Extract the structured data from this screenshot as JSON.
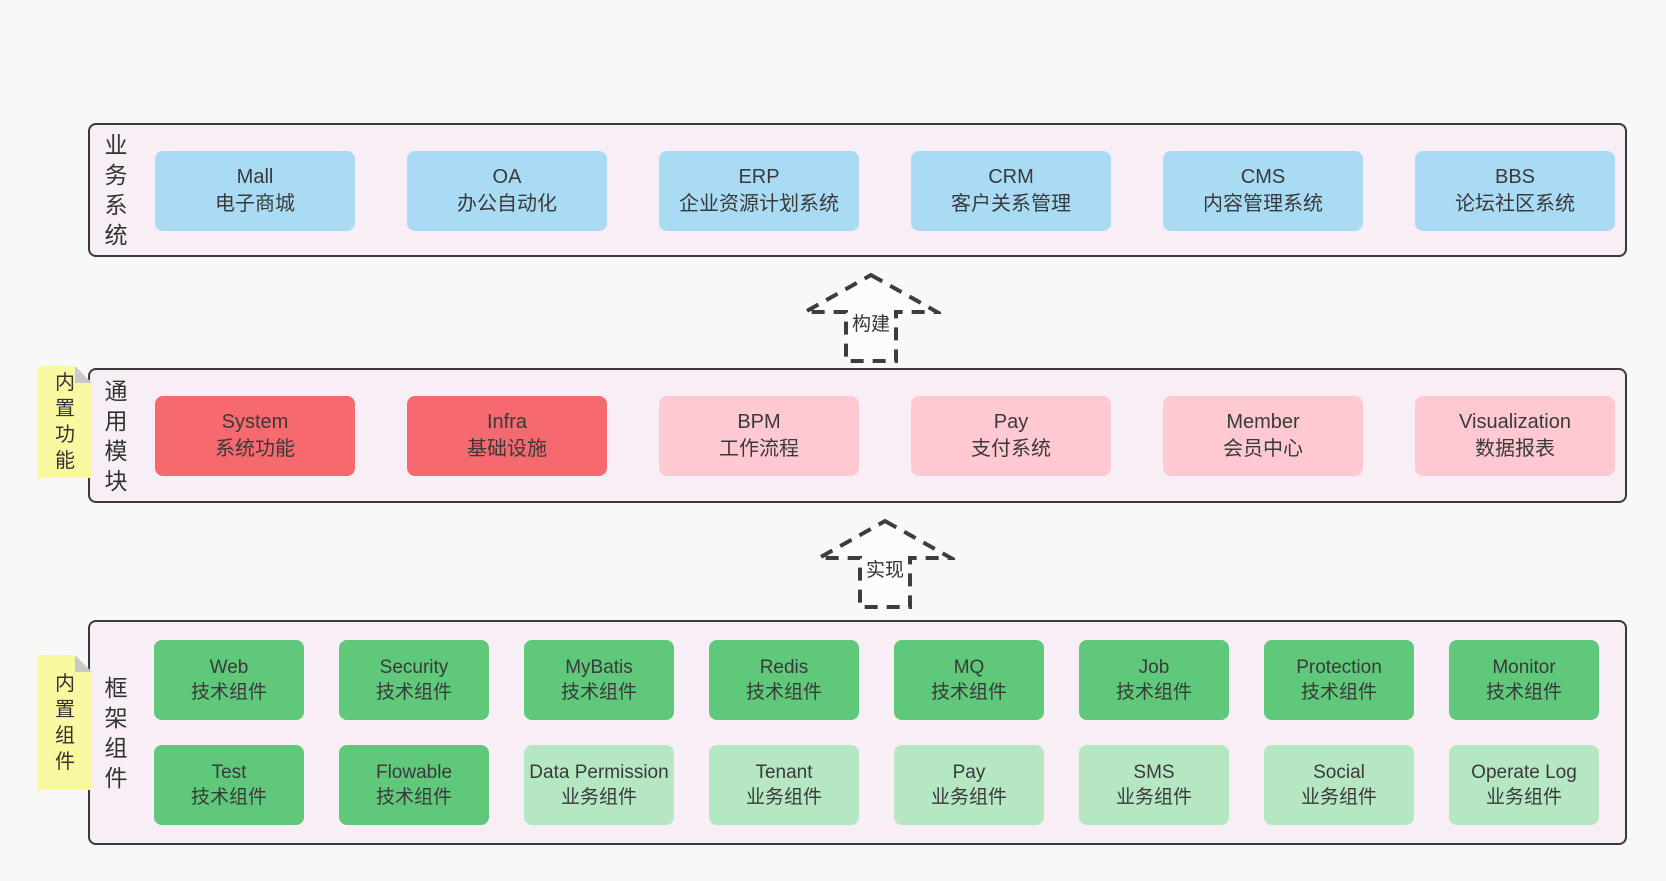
{
  "colors": {
    "page_bg": "#f8f8f8",
    "layer_bg": "#f8eef6",
    "layer_border": "#3a3a3a",
    "blue_box": "#a9dbf5",
    "red_box": "#f5696f",
    "pink_box": "#ffc9d2",
    "green_box": "#5fc87b",
    "light_green_box": "#b6e7c3",
    "note_yellow": "#fbf8a2",
    "note_fold_gray": "#c8c8c8",
    "arrow_dash": "#3d3d3d",
    "text": "#3a3a3a"
  },
  "arrows": [
    {
      "label": "构建"
    },
    {
      "label": "实现"
    }
  ],
  "layers": [
    {
      "label": "业务系统",
      "boxes": [
        {
          "name": "Mall",
          "desc": "电子商城"
        },
        {
          "name": "OA",
          "desc": "办公自动化"
        },
        {
          "name": "ERP",
          "desc": "企业资源计划系统"
        },
        {
          "name": "CRM",
          "desc": "客户关系管理"
        },
        {
          "name": "CMS",
          "desc": "内容管理系统"
        },
        {
          "name": "BBS",
          "desc": "论坛社区系统"
        }
      ]
    },
    {
      "label": "通用模块",
      "note": "内置功能",
      "boxes": [
        {
          "name": "System",
          "desc": "系统功能"
        },
        {
          "name": "Infra",
          "desc": "基础设施"
        },
        {
          "name": "BPM",
          "desc": "工作流程"
        },
        {
          "name": "Pay",
          "desc": "支付系统"
        },
        {
          "name": "Member",
          "desc": "会员中心"
        },
        {
          "name": "Visualization",
          "desc": "数据报表"
        }
      ]
    },
    {
      "label": "框架组件",
      "note": "内置组件",
      "rows": [
        [
          {
            "name": "Web",
            "desc": "技术组件"
          },
          {
            "name": "Security",
            "desc": "技术组件"
          },
          {
            "name": "MyBatis",
            "desc": "技术组件"
          },
          {
            "name": "Redis",
            "desc": "技术组件"
          },
          {
            "name": "MQ",
            "desc": "技术组件"
          },
          {
            "name": "Job",
            "desc": "技术组件"
          },
          {
            "name": "Protection",
            "desc": "技术组件"
          },
          {
            "name": "Monitor",
            "desc": "技术组件"
          }
        ],
        [
          {
            "name": "Test",
            "desc": "技术组件"
          },
          {
            "name": "Flowable",
            "desc": "技术组件"
          },
          {
            "name": "Data Permission",
            "desc": "业务组件"
          },
          {
            "name": "Tenant",
            "desc": "业务组件"
          },
          {
            "name": "Pay",
            "desc": "业务组件"
          },
          {
            "name": "SMS",
            "desc": "业务组件"
          },
          {
            "name": "Social",
            "desc": "业务组件"
          },
          {
            "name": "Operate Log",
            "desc": "业务组件"
          }
        ]
      ]
    }
  ]
}
